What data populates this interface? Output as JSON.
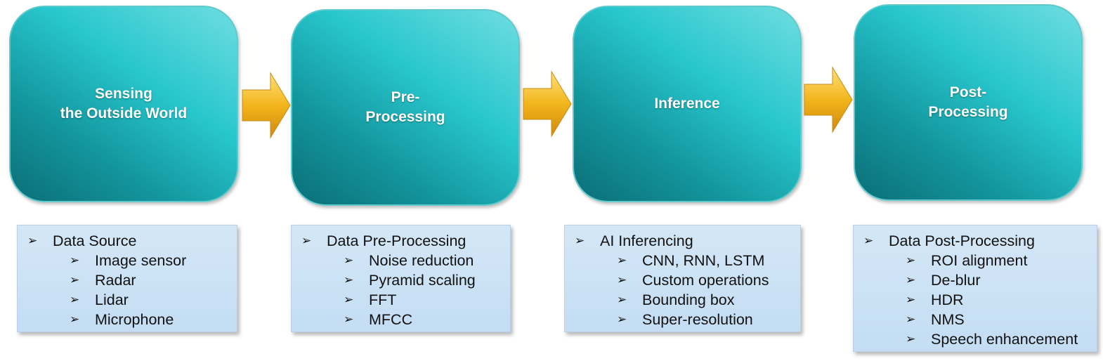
{
  "stages": [
    {
      "title": "Sensing\nthe Outside World"
    },
    {
      "title": "Pre-\nProcessing"
    },
    {
      "title": "Inference"
    },
    {
      "title": "Post-\nProcessing"
    }
  ],
  "details": [
    {
      "heading": "Data Source",
      "items": [
        "Image sensor",
        "Radar",
        "Lidar",
        "Microphone"
      ]
    },
    {
      "heading": "Data Pre-Processing",
      "items": [
        "Noise reduction",
        "Pyramid scaling",
        "FFT",
        "MFCC"
      ]
    },
    {
      "heading": "AI Inferencing",
      "items": [
        "CNN, RNN, LSTM",
        "Custom operations",
        "Bounding box",
        "Super-resolution"
      ]
    },
    {
      "heading": "Data Post-Processing",
      "items": [
        "ROI alignment",
        "De-blur",
        "HDR",
        "NMS",
        "Speech enhancement"
      ]
    }
  ],
  "bullet_glyph": "➢",
  "colors": {
    "stage_dark": "#0b6e76",
    "stage_light": "#6fdde1",
    "arrow": "#f2b51c",
    "box_fill": "#c9e1f5"
  }
}
